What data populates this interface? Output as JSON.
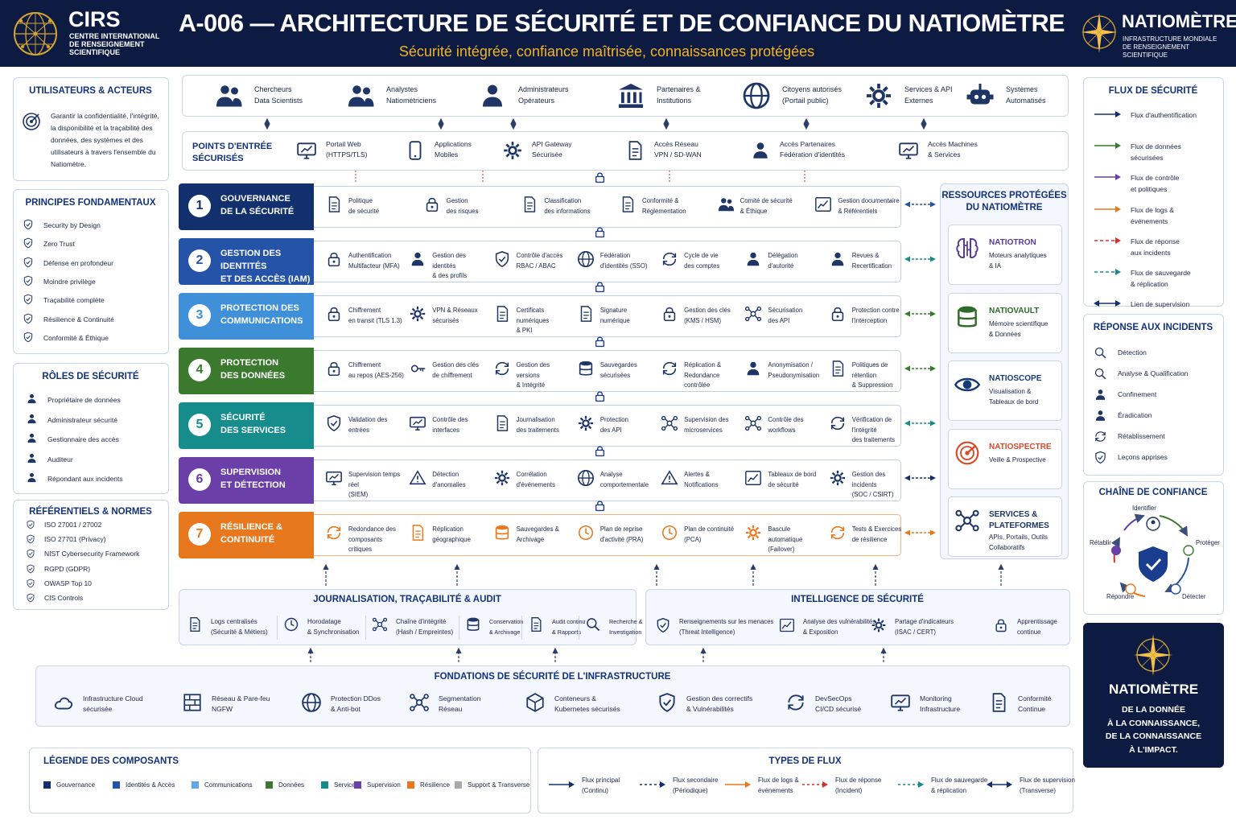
{
  "header": {
    "logo_title": "CIRS",
    "logo_sub": "CENTRE INTERNATIONAL\nDE RENSEIGNEMENT\nSCIENTIFIQUE",
    "title": "A-006 — ARCHITECTURE DE SÉCURITÉ ET DE CONFIANCE DU NATIOMÈTRE",
    "subtitle": "Sécurité intégrée, confiance maîtrisée, connaissances protégées",
    "brand": "NATIOMÈTRE",
    "brand_sub": "INFRASTRUCTURE MONDIALE\nDE RENSEIGNEMENT SCIENTIFIQUE"
  },
  "users": {
    "title": "UTILISATEURS & ACTEURS",
    "desc": "Garantir la confidentialité, l'intégrité, la disponibilité et la traçabilité des données, des systèmes et des utilisateurs à travers l'ensemble du Natiomètre."
  },
  "principles": {
    "title": "PRINCIPES FONDAMENTAUX",
    "items": [
      "Security by Design",
      "Zero Trust",
      "Défense en profondeur",
      "Moindre privilège",
      "Traçabilité complète",
      "Résilience & Continuité",
      "Conformité & Éthique"
    ]
  },
  "roles": {
    "title": "RÔLES DE SÉCURITÉ",
    "items": [
      "Propriétaire de données",
      "Administrateur sécurité",
      "Gestionnaire des accès",
      "Auditeur",
      "Répondant aux incidents"
    ]
  },
  "standards": {
    "title": "RÉFÉRENTIELS & NORMES",
    "items": [
      "ISO 27001 / 27002",
      "ISO 27701 (Privacy)",
      "NIST Cybersecurity Framework",
      "RGPD (GDPR)",
      "OWASP Top 10",
      "CIS Controls"
    ]
  },
  "actors": [
    "Chercheurs\nData Scientists",
    "Analystes\nNatiométriciens",
    "Administrateurs\nOpérateurs",
    "Partenaires &\nInstitutions",
    "Citoyens autorisés\n(Portail public)",
    "Services & API\nExternes",
    "Systèmes\nAutomatisés"
  ],
  "entry": {
    "title": "POINTS D'ENTRÉE\nSÉCURISÉS",
    "items": [
      "Portail Web\n(HTTPS/TLS)",
      "Applications\nMobiles",
      "API Gateway\nSécurisée",
      "Accès Réseau\nVPN / SD-WAN",
      "Accès Partenaires\nFédération d'identités",
      "Accès Machines\n& Services"
    ]
  },
  "layers": [
    {
      "num": "1",
      "title": "GOUVERNANCE\nDE LA SÉCURITÉ",
      "color": "#13306e",
      "items": [
        "Politique\nde sécurité",
        "Gestion\ndes risques",
        "Classification\ndes informations",
        "Conformité &\nRéglementation",
        "Comité de sécurité\n& Éthique",
        "Gestion documentaire\n& Référentiels"
      ]
    },
    {
      "num": "2",
      "title": "GESTION DES IDENTITÉS\nET DES ACCÈS (IAM)",
      "color": "#2453a8",
      "items": [
        "Authentification\nMultifacteur (MFA)",
        "Gestion des identités\n& des profils",
        "Contrôle d'accès\nRBAC / ABAC",
        "Fédération\nd'identités (SSO)",
        "Cycle de vie\ndes comptes",
        "Délégation\nd'autorité",
        "Revues &\nRecertification"
      ]
    },
    {
      "num": "3",
      "title": "PROTECTION DES\nCOMMUNICATIONS",
      "color": "#3f8fd9",
      "items": [
        "Chiffrement\nen transit (TLS 1.3)",
        "VPN & Réseaux\nsécurisés",
        "Certificats numériques\n& PKI",
        "Signature\nnumérique",
        "Gestion des clés\n(KMS / HSM)",
        "Sécurisation\ndes API",
        "Protection contre\nl'interception"
      ]
    },
    {
      "num": "4",
      "title": "PROTECTION\nDES DONNÉES",
      "color": "#3b7a2e",
      "items": [
        "Chiffrement\nau repos (AES-256)",
        "Gestion des clés\nde chiffrement",
        "Gestion des versions\n& Intégrité",
        "Sauvegardes\nsécurisées",
        "Réplication &\nRedondance contrôlée",
        "Anonymisation /\nPseudonymisation",
        "Politiques de rétention\n& Suppression"
      ]
    },
    {
      "num": "5",
      "title": "SÉCURITÉ\nDES SERVICES",
      "color": "#178c8c",
      "items": [
        "Validation des\nentrées",
        "Contrôle des\ninterfaces",
        "Journalisation\ndes traitements",
        "Protection\ndes API",
        "Supervision des\nmicroservices",
        "Contrôle des\nworkflows",
        "Vérification de l'intégrité\ndes traitements"
      ]
    },
    {
      "num": "6",
      "title": "SUPERVISION\nET DÉTECTION",
      "color": "#6a3fa8",
      "items": [
        "Supervision temps réel\n(SIEM)",
        "Détection\nd'anomalies",
        "Corrélation\nd'événements",
        "Analyse\ncomportementale",
        "Alertes &\nNotifications",
        "Tableaux de bord\nde sécurité",
        "Gestion des incidents\n(SOC / CSIRT)"
      ]
    },
    {
      "num": "7",
      "title": "RÉSILIENCE &\nCONTINUITÉ",
      "color": "#e8781e",
      "items": [
        "Redondance des\ncomposants critiques",
        "Réplication\ngéographique",
        "Sauvegardes &\nArchivage",
        "Plan de reprise\nd'activité (PRA)",
        "Plan de continuité\n(PCA)",
        "Bascule automatique\n(Failover)",
        "Tests & Exercices\nde résilience"
      ]
    }
  ],
  "resources": {
    "title": "RESSOURCES PROTÉGÉES\nDU NATIOMÈTRE",
    "items": [
      {
        "name": "NATIOTRON",
        "desc": "Moteurs analytiques\n& IA",
        "color": "#5a3a9a"
      },
      {
        "name": "NATIOVAULT",
        "desc": "Mémoire scientifique\n& Données",
        "color": "#2e6b2a"
      },
      {
        "name": "NATIOSCOPE",
        "desc": "Visualisation &\nTableaux de bord",
        "color": "#143a7a"
      },
      {
        "name": "NATIOSPECTRE",
        "desc": "Veille & Prospective",
        "color": "#d84a2a"
      },
      {
        "name": "SERVICES &\nPLATEFORMES",
        "desc": "APIs, Portails, Outils\nCollaboratifs",
        "color": "#1e3566"
      }
    ]
  },
  "flows": {
    "title": "FLUX DE SÉCURITÉ",
    "items": [
      {
        "label": "Flux d'authentification",
        "color": "#13306e",
        "style": "solid"
      },
      {
        "label": "Flux de données\nsécurisées",
        "color": "#3b7a2e",
        "style": "solid"
      },
      {
        "label": "Flux de contrôle\net politiques",
        "color": "#6a3fa8",
        "style": "solid"
      },
      {
        "label": "Flux de logs &\névénements",
        "color": "#e8781e",
        "style": "solid"
      },
      {
        "label": "Flux de réponse\naux incidents",
        "color": "#d33030",
        "style": "dashed"
      },
      {
        "label": "Flux de sauvegarde\n& réplication",
        "color": "#178c8c",
        "style": "dashed"
      },
      {
        "label": "Lien de supervision",
        "color": "#13306e",
        "style": "double"
      }
    ]
  },
  "incidents": {
    "title": "RÉPONSE AUX INCIDENTS",
    "items": [
      "Détection",
      "Analyse & Qualification",
      "Confinement",
      "Éradication",
      "Rétablissement",
      "Leçons apprises"
    ]
  },
  "trust": {
    "title": "CHAÎNE DE CONFIANCE",
    "steps": [
      "Identifier",
      "Protéger",
      "Détecter",
      "Répondre",
      "Rétablir"
    ]
  },
  "brandbox": {
    "name": "NATIOMÈTRE",
    "tagline": "DE LA DONNÉE\nÀ LA CONNAISSANCE,\nDE LA CONNAISSANCE\nÀ L'IMPACT."
  },
  "logging": {
    "title": "JOURNALISATION, TRAÇABILITÉ & AUDIT",
    "items": [
      "Logs centralisés\n(Sécurité & Métiers)",
      "Horodatage\n& Synchronisation",
      "Chaîne d'intégrité\n(Hash / Empreintes)",
      "Conservation\n& Archivage",
      "Audit continu\n& Rapports",
      "Recherche &\nInvestigation"
    ]
  },
  "intel": {
    "title": "INTELLIGENCE DE SÉCURITÉ",
    "items": [
      "Renseignements sur les menaces\n(Threat Intelligence)",
      "Analyse des vulnérabilités\n& Exposition",
      "Partage d'indicateurs\n(ISAC / CERT)",
      "Apprentissage\ncontinue"
    ]
  },
  "foundations": {
    "title": "FONDATIONS DE SÉCURITÉ DE L'INFRASTRUCTURE",
    "items": [
      "Infrastructure Cloud\nsécurisée",
      "Réseau & Pare-feu\nNGFW",
      "Protection DDos\n& Anti-bot",
      "Segmentation\nRéseau",
      "Conteneurs &\nKubernetes sécurisés",
      "Gestion des correctifs\n& Vulnérabilités",
      "DevSecOps\nCI/CD sécurisé",
      "Monitoring\nInfrastructure",
      "Conformité\nContinue"
    ]
  },
  "legend": {
    "title": "LÉGENDE DES COMPOSANTS",
    "items": [
      {
        "label": "Gouvernance",
        "color": "#13306e"
      },
      {
        "label": "Identités & Accès",
        "color": "#2453a8"
      },
      {
        "label": "Communications",
        "color": "#5fa6e6"
      },
      {
        "label": "Données",
        "color": "#3b7a2e"
      },
      {
        "label": "Services",
        "color": "#178c8c"
      },
      {
        "label": "Supervision",
        "color": "#6a3fa8"
      },
      {
        "label": "Résilience",
        "color": "#e8781e"
      },
      {
        "label": "Support & Transverse",
        "color": "#a9a9a9"
      }
    ]
  },
  "flowtypes": {
    "title": "TYPES DE FLUX",
    "items": [
      {
        "label": "Flux principal\n(Continu)",
        "color": "#13306e",
        "style": "solid"
      },
      {
        "label": "Flux secondaire\n(Périodique)",
        "color": "#13306e",
        "style": "dashed"
      },
      {
        "label": "Flux de logs &\névénements",
        "color": "#e8781e",
        "style": "solid"
      },
      {
        "label": "Flux de réponse\n(Incident)",
        "color": "#d33030",
        "style": "dashed"
      },
      {
        "label": "Flux de sauvegarde\n& réplication",
        "color": "#178c8c",
        "style": "dashed"
      },
      {
        "label": "Flux de supervision\n(Transverse)",
        "color": "#13306e",
        "style": "double"
      }
    ]
  }
}
